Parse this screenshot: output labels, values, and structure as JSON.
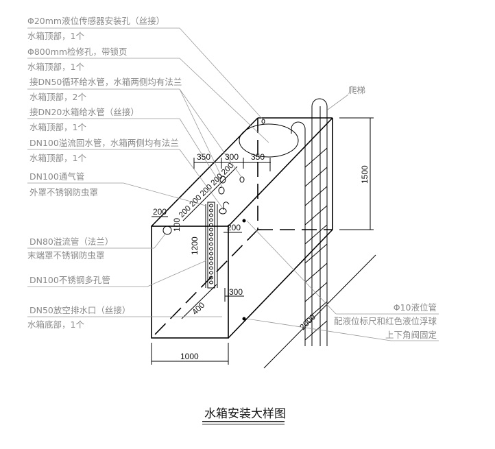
{
  "title": "水箱安装大样图",
  "labels": {
    "sensor_hole": [
      "Φ20mm液位传感器安装孔（丝接）",
      "水箱顶部，1个"
    ],
    "manhole": [
      "Φ800mm检修孔，带锁页",
      "水箱顶部，1个"
    ],
    "dn50_circ": [
      "接DN50循环给水管，水箱两侧均有法兰",
      "水箱顶部，2个"
    ],
    "dn20_supply": [
      "接DN20水箱给水管（丝接）",
      "水箱顶部，1个"
    ],
    "dn100_return": [
      "DN100溢流回水管，水箱两侧均有法兰",
      "水箱顶部，1个"
    ],
    "dn100_vent": [
      "DN100通气管",
      "外罩不锈钢防虫罩"
    ],
    "dn80_overflow": [
      "DN80溢流管（法兰）",
      "末端罩不锈钢防虫罩"
    ],
    "dn100_perforated": [
      "DN100不锈钢多孔管"
    ],
    "dn50_drain": [
      "DN50放空排水口（丝接）",
      "水箱底部，1个"
    ],
    "ladder": "爬梯",
    "level_pipe": [
      "Φ10液位管",
      "配液位标尺和红色液位浮球",
      "上下角阀固定"
    ]
  },
  "dimensions": {
    "top_a": "350",
    "top_b": "300",
    "top_c": "350",
    "spacing": [
      "200",
      "200",
      "200",
      "200",
      "200"
    ],
    "left_200": "200",
    "left_100": "100",
    "front_200": "200",
    "height_1200": "1200",
    "bottom_300": "300",
    "bottom_400": "400",
    "height": "1500",
    "width": "1000",
    "length": "2000"
  }
}
